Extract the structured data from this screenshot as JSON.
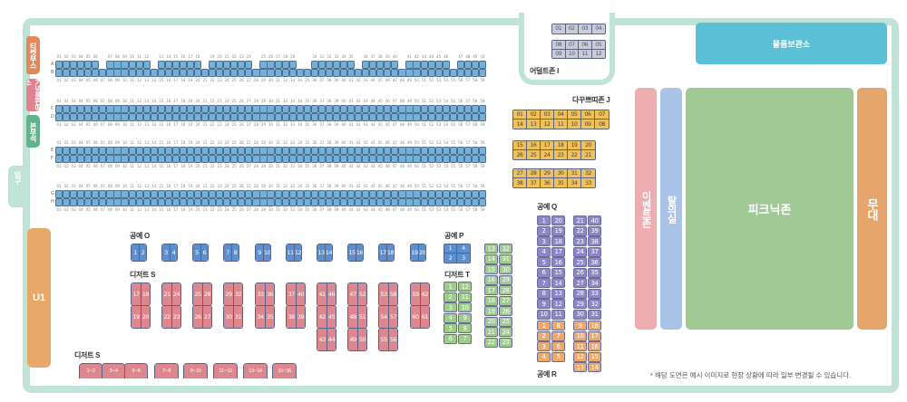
{
  "side_tabs": [
    {
      "label": "티켓부스",
      "color": "#e3885a"
    },
    {
      "label": "기념품판매소",
      "color": "#e0838f"
    },
    {
      "label": "본부석",
      "color": "#5fb58a"
    }
  ],
  "entrance_label": "입구",
  "blue_rows": {
    "pairs": [
      {
        "top_row": "A",
        "bottom_row": "B"
      },
      {
        "top_row": "C",
        "bottom_row": "D"
      },
      {
        "top_row": "E",
        "bottom_row": "F"
      },
      {
        "top_row": "G",
        "bottom_row": "H"
      }
    ],
    "row_a_gaps_after_b_seat": [
      7,
      14,
      21,
      28,
      34,
      35,
      42,
      48,
      55
    ],
    "row_a_seat_count": 50,
    "row_b_seat_count": 59,
    "other_row_seat_count": 59,
    "color": "#74b1d2"
  },
  "adult_zone": {
    "title": "어덜트존 I",
    "rows": [
      [
        "01",
        "02",
        "03",
        "04"
      ],
      [
        "08",
        "07",
        "06",
        "05"
      ],
      [
        "09",
        "10",
        "11",
        "12"
      ]
    ],
    "color": "#c9ccd8"
  },
  "storage": {
    "label": "물품보관소",
    "color": "#5bbfd6"
  },
  "dakku_zone": {
    "title": "다꾸쁘띠존 J",
    "blocks": [
      [
        [
          "01",
          "02",
          "03",
          "04",
          "05",
          "06",
          "07"
        ],
        [
          "14",
          "13",
          "12",
          "11",
          "10",
          "09",
          "08"
        ]
      ],
      [
        [
          "15",
          "16",
          "17",
          "18",
          "19",
          "20"
        ],
        [
          "26",
          "25",
          "24",
          "23",
          "22",
          "21"
        ]
      ],
      [
        [
          "27",
          "28",
          "29",
          "30",
          "31",
          "32"
        ],
        [
          "38",
          "37",
          "36",
          "35",
          "34",
          "33"
        ]
      ]
    ],
    "color": "#efc15a"
  },
  "craft_o": {
    "title": "공예 O",
    "pairs": [
      [
        "1",
        "2"
      ],
      [
        "3",
        "4"
      ],
      [
        "5",
        "6"
      ],
      [
        "7",
        "8"
      ],
      [
        "9",
        "10"
      ],
      [
        "11",
        "12"
      ],
      [
        "13",
        "14"
      ],
      [
        "15",
        "16"
      ],
      [
        "17",
        "18"
      ],
      [
        "19",
        "20"
      ]
    ],
    "color": "#5b8fd0"
  },
  "dessert_s_upper": {
    "title": "디저트 S",
    "columns": [
      [
        [
          "17",
          "18"
        ],
        [
          "19",
          "20"
        ]
      ],
      [
        [
          "21",
          "24"
        ],
        [
          "22",
          "23"
        ]
      ],
      [
        [
          "25",
          "28"
        ],
        [
          "26",
          "27"
        ]
      ],
      [
        [
          "29",
          "32"
        ],
        [
          "30",
          "31"
        ]
      ],
      [
        [
          "33",
          "36"
        ],
        [
          "34",
          "35"
        ]
      ],
      [
        [
          "37",
          "40"
        ],
        [
          "38",
          "39"
        ]
      ],
      [
        [
          "41",
          "46"
        ],
        [
          "42",
          "45"
        ],
        [
          "43",
          "44"
        ]
      ],
      [
        [
          "47",
          "52"
        ],
        [
          "48",
          "51"
        ],
        [
          "49",
          "50"
        ]
      ],
      [
        [
          "53",
          "58"
        ],
        [
          "54",
          "57"
        ],
        [
          "55",
          "56"
        ]
      ],
      [
        [
          "59",
          "62"
        ],
        [
          "60",
          "61"
        ]
      ]
    ],
    "color": "#dd868d"
  },
  "dessert_s_lower": {
    "title": "디저트 S",
    "booths": [
      "1~2",
      "3~4",
      "5~6",
      "7~8",
      "9~10",
      "11~12",
      "13~14",
      "15~16"
    ]
  },
  "craft_p": {
    "title": "공예 P",
    "grid": [
      [
        "1",
        "4"
      ],
      [
        "2",
        "3"
      ]
    ]
  },
  "dessert_t": {
    "title": "디저트 T",
    "left": [
      [
        "1",
        "12"
      ],
      [
        "2",
        "11"
      ],
      [
        "3",
        "10"
      ],
      [
        "4",
        "9"
      ],
      [
        "5",
        "8"
      ],
      [
        "6",
        "7"
      ]
    ],
    "right": [
      [
        "13",
        "32"
      ],
      [
        "14",
        "31"
      ],
      [
        "15",
        "30"
      ],
      [
        "16",
        "29"
      ],
      [
        "17",
        "28"
      ],
      [
        "18",
        "27"
      ],
      [
        "19",
        "26"
      ],
      [
        "20",
        "25"
      ],
      [
        "21",
        "24"
      ],
      [
        "22",
        "23"
      ]
    ],
    "color": "#9dcc8c"
  },
  "craft_q": {
    "title": "공예 Q",
    "left": [
      [
        "1",
        "20"
      ],
      [
        "2",
        "19"
      ],
      [
        "3",
        "18"
      ],
      [
        "4",
        "17"
      ],
      [
        "5",
        "16"
      ],
      [
        "6",
        "15"
      ],
      [
        "7",
        "14"
      ],
      [
        "8",
        "13"
      ],
      [
        "9",
        "12"
      ],
      [
        "10",
        "11"
      ]
    ],
    "right": [
      [
        "21",
        "40"
      ],
      [
        "22",
        "39"
      ],
      [
        "23",
        "38"
      ],
      [
        "24",
        "37"
      ],
      [
        "25",
        "36"
      ],
      [
        "26",
        "35"
      ],
      [
        "27",
        "34"
      ],
      [
        "28",
        "33"
      ],
      [
        "29",
        "32"
      ],
      [
        "30",
        "31"
      ]
    ],
    "color": "#8f85c9"
  },
  "craft_r": {
    "title": "공예 R",
    "left": [
      [
        "1",
        "8"
      ],
      [
        "2",
        "7"
      ],
      [
        "3",
        "6"
      ],
      [
        "4",
        "5"
      ]
    ],
    "right": [
      [
        "9",
        "18"
      ],
      [
        "10",
        "17"
      ],
      [
        "11",
        "16"
      ],
      [
        "12",
        "15"
      ],
      [
        "13",
        "14"
      ]
    ],
    "color": "#eea96a"
  },
  "zones": {
    "event": {
      "label": "이벤트존",
      "color": "#eeadb0"
    },
    "rest": {
      "label": "탈의실",
      "color": "#a9c4e7"
    },
    "picnic": {
      "label": "피크닉존",
      "color": "#a0c996"
    },
    "stage": {
      "label": "무대",
      "color": "#e6a56a"
    },
    "u1": {
      "label": "U1",
      "color": "#e8a86a"
    }
  },
  "footnote": "* 해당 도면은 예시 이미지로 현장 상황에 따라 일부 변경될 수 있습니다."
}
